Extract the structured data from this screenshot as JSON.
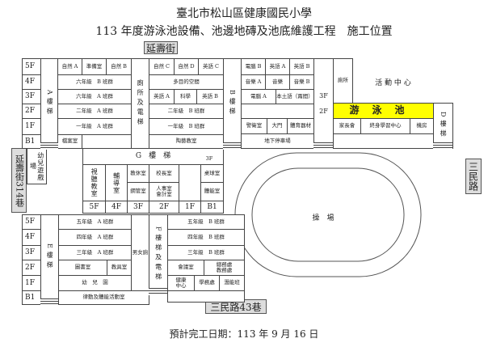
{
  "title": {
    "line1": "臺北市松山區健康國民小學",
    "line2": "113 年度游泳池設備、池邊地磚及池底維護工程　施工位置"
  },
  "streets": {
    "north": "延壽街",
    "west": "延壽街314巷",
    "east": "三民路",
    "south": "三民路43巷"
  },
  "floors_top": [
    "5F",
    "4F",
    "3F",
    "2F",
    "1F",
    "B1"
  ],
  "floors_bottom": [
    "5F",
    "4F",
    "3F",
    "2F",
    "1F",
    "B1"
  ],
  "top_block": {
    "stair_a": "A樓梯",
    "restroom_elevator": "廁所及電梯",
    "stair_b": "B樓梯",
    "rooms_a": [
      "自然 A",
      "準備室",
      "自然 B",
      "六年級　B 班群",
      "六年級　A 班群",
      "二年級　A 班群",
      "一年級　A 班群",
      "檔案室"
    ],
    "rooms_ab": [
      "自然 C",
      "自然 D",
      "英語 C",
      "多目的空間",
      "英語 A",
      "科學",
      "英語 B",
      "二年級　B 班群",
      "一年級　B 班群",
      "陶藝教室"
    ],
    "rooms_b": [
      "電腦 B",
      "英語 A",
      "英語 B",
      "音樂 A",
      "音樂",
      "音樂 B",
      "電腦 A",
      "本土語（兩間）",
      "警衛室",
      "大門",
      "體育器材",
      "地下停車場"
    ],
    "floor_3f_2f": "3F\n\n2F",
    "restroom": "廁所",
    "activity_center": "活 動 中 心",
    "pool": "游泳池",
    "rooms_d": [
      "家長會",
      "終身學習中心",
      "機房"
    ],
    "stair_d": "D樓梯"
  },
  "g_block": {
    "stair_g": "G　樓　梯",
    "stair_g_floor": "3F",
    "playground_kids": "幼兒遊戲場",
    "rooms": [
      "視聽教室",
      "輔導室",
      "教休室",
      "鋼管室",
      "校長室",
      "人事室\n會計室",
      "桌球室",
      "體能室"
    ],
    "floors": [
      "5F",
      "4F",
      "3F",
      "2F",
      "1F",
      "B1"
    ]
  },
  "bottom_block": {
    "stair_e": "E樓梯",
    "restroom": "男女廁",
    "stair_f": "F樓梯及電梯",
    "rooms_e": [
      "五年級　A 班群",
      "四年級　A 班群",
      "三年級　A 班群",
      "圖書室",
      "教具室",
      "幼　兒　園",
      "律動及體能活動室"
    ],
    "rooms_f": [
      "五年級　B 班群",
      "四年級　B 班群",
      "三年級　B 班群",
      "會議室",
      "總務處\n教務處",
      "健康\n中心",
      "學務處",
      "潛能班"
    ]
  },
  "playground": "操　場",
  "completion_date": "預計完工日期：113 年 9 月 16 日"
}
